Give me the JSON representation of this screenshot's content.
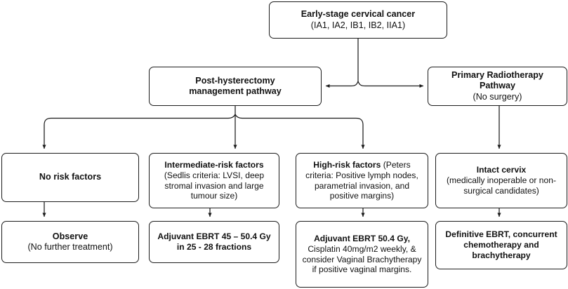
{
  "diagram": {
    "type": "flowchart",
    "title_node": "early-stage-cervical-cancer",
    "stroke_color": "#1c1c1c",
    "background": "#ffffff"
  },
  "nodes": {
    "root": {
      "line1": "Early-stage cervical cancer",
      "line2": "(IA1, IA2, IB1, IB2, IIA1)"
    },
    "post_hysterectomy": {
      "line1": "Post-hysterectomy",
      "line2": "management pathway"
    },
    "primary_radiotherapy": {
      "line1": "Primary Radiotherapy Pathway",
      "line2": "(No surgery)"
    },
    "no_risk_factors": {
      "line1": "No risk factors"
    },
    "intermediate_risk": {
      "line1": "Intermediate-risk factors",
      "line2": "(Sedlis criteria: LVSI, deep stromal invasion and large tumour size)"
    },
    "high_risk": {
      "bold_lead": "High-risk factors",
      "rest": " (Peters criteria: Positive lymph nodes, parametrial invasion, and positive margins)"
    },
    "intact_cervix": {
      "line1": "Intact cervix",
      "line2": "(medically inoperable or non-surgical candidates)"
    },
    "observe": {
      "line1": "Observe",
      "line2": "(No further treatment)"
    },
    "adjuvant_ebrt": {
      "line1": "Adjuvant EBRT 45 – 50.4 Gy in 25 - 28 fractions"
    },
    "adjuvant_ebrt_chemo": {
      "bold_lead": "Adjuvant EBRT 50.4 Gy,",
      "rest": " Cisplatin 40mg/m2 weekly, & consider Vaginal Brachytherapy if positive vaginal margins."
    },
    "definitive": {
      "line1": "Definitive EBRT, concurrent chemotherapy and brachytherapy"
    }
  },
  "edges": [
    {
      "from": "root",
      "to": "post_hysterectomy",
      "style": "elbow-split-left"
    },
    {
      "from": "root",
      "to": "primary_radiotherapy",
      "style": "elbow-split-right"
    },
    {
      "from": "post_hysterectomy",
      "to": "no_risk_factors",
      "style": "bus-elbow"
    },
    {
      "from": "post_hysterectomy",
      "to": "intermediate_risk",
      "style": "bus-straight"
    },
    {
      "from": "post_hysterectomy",
      "to": "high_risk",
      "style": "bus-elbow"
    },
    {
      "from": "primary_radiotherapy",
      "to": "intact_cervix",
      "style": "straight"
    },
    {
      "from": "no_risk_factors",
      "to": "observe",
      "style": "straight"
    },
    {
      "from": "intermediate_risk",
      "to": "adjuvant_ebrt",
      "style": "straight"
    },
    {
      "from": "high_risk",
      "to": "adjuvant_ebrt_chemo",
      "style": "straight"
    },
    {
      "from": "intact_cervix",
      "to": "definitive",
      "style": "straight"
    }
  ]
}
